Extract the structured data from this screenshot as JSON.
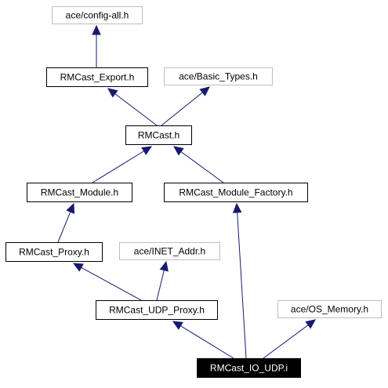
{
  "diagram": {
    "nodes": [
      {
        "id": "config_all",
        "label": "ace/config-all.h",
        "style": "external"
      },
      {
        "id": "rmcast_export",
        "label": "RMCast_Export.h",
        "style": "linked"
      },
      {
        "id": "basic_types",
        "label": "ace/Basic_Types.h",
        "style": "external"
      },
      {
        "id": "rmcast",
        "label": "RMCast.h",
        "style": "linked"
      },
      {
        "id": "rmcast_module",
        "label": "RMCast_Module.h",
        "style": "linked"
      },
      {
        "id": "rmcast_module_factory",
        "label": "RMCast_Module_Factory.h",
        "style": "linked"
      },
      {
        "id": "rmcast_proxy",
        "label": "RMCast_Proxy.h",
        "style": "linked"
      },
      {
        "id": "inet_addr",
        "label": "ace/INET_Addr.h",
        "style": "external"
      },
      {
        "id": "rmcast_udp_proxy",
        "label": "RMCast_UDP_Proxy.h",
        "style": "linked"
      },
      {
        "id": "os_memory",
        "label": "ace/OS_Memory.h",
        "style": "external"
      },
      {
        "id": "rmcast_io_udp",
        "label": "RMCast_IO_UDP.i",
        "style": "root"
      }
    ],
    "edges": [
      {
        "from": "rmcast_export",
        "to": "config_all"
      },
      {
        "from": "rmcast",
        "to": "rmcast_export"
      },
      {
        "from": "rmcast",
        "to": "basic_types"
      },
      {
        "from": "rmcast_module",
        "to": "rmcast"
      },
      {
        "from": "rmcast_module_factory",
        "to": "rmcast"
      },
      {
        "from": "rmcast_proxy",
        "to": "rmcast_module"
      },
      {
        "from": "rmcast_udp_proxy",
        "to": "rmcast_proxy"
      },
      {
        "from": "rmcast_udp_proxy",
        "to": "inet_addr"
      },
      {
        "from": "rmcast_io_udp",
        "to": "rmcast_udp_proxy"
      },
      {
        "from": "rmcast_io_udp",
        "to": "rmcast_module_factory"
      },
      {
        "from": "rmcast_io_udp",
        "to": "os_memory"
      }
    ],
    "colors": {
      "edge": "#191970",
      "external_border": "#bfbfbf",
      "linked_border": "#000000",
      "root_fill": "#000000",
      "root_text": "#ffffff"
    }
  }
}
